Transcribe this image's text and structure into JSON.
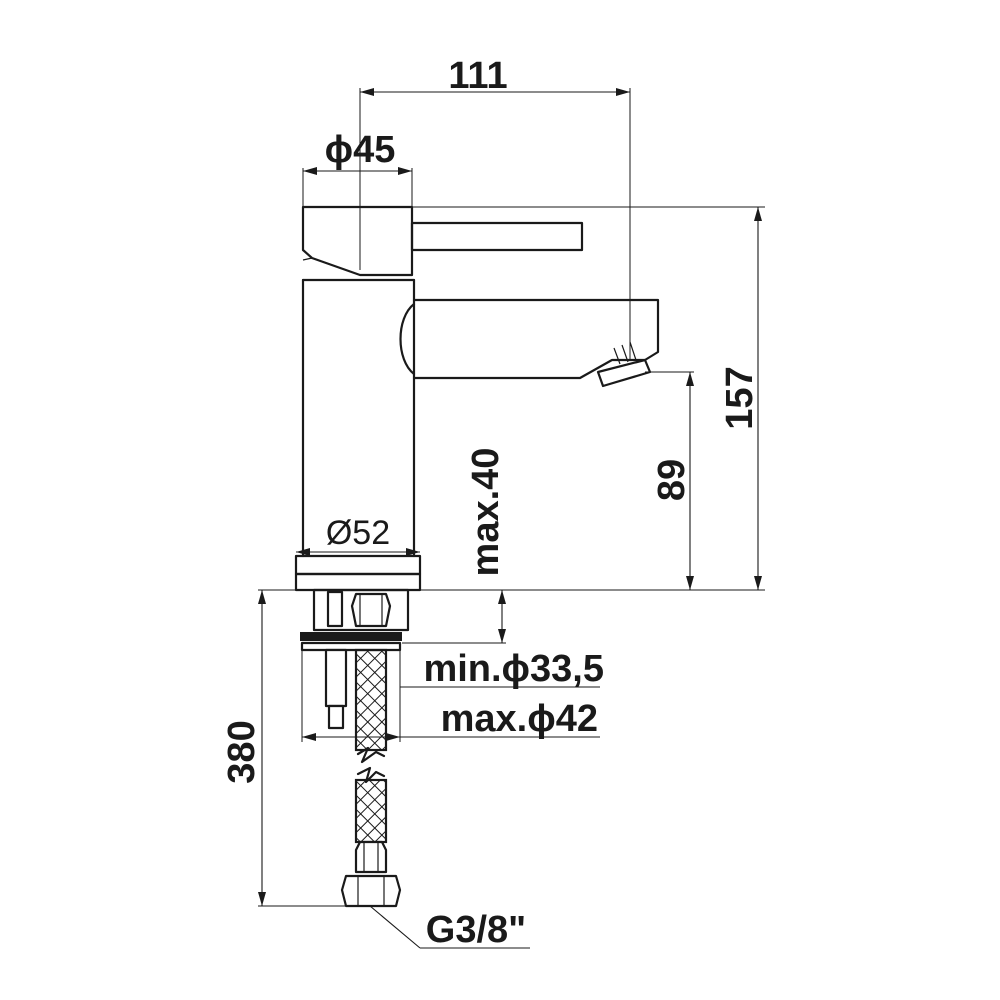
{
  "dimensions": {
    "width_overall": "111",
    "lever_diameter": "ϕ45",
    "height_overall": "157",
    "spout_height": "89",
    "base_diameter": "Ø52",
    "max_deck_thickness": "max.40",
    "min_hole_diameter": "min.ϕ33,5",
    "max_hole_diameter": "max.ϕ42",
    "hose_length": "380",
    "hose_thread": "G3/8\""
  },
  "colors": {
    "line": "#1a1a1a",
    "background": "#ffffff"
  }
}
